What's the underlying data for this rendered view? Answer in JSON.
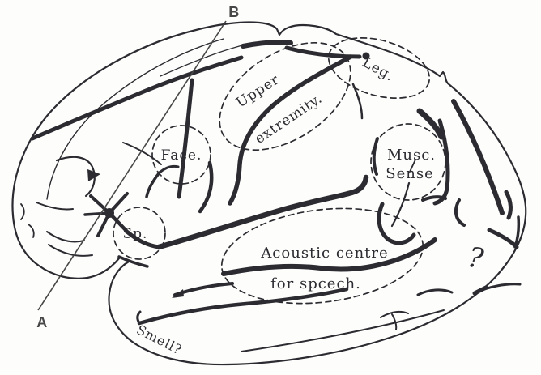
{
  "figure": {
    "background_color": "#fdfdfb",
    "ink_color": "#2b2b31",
    "marker_color": "#474747"
  },
  "markers": {
    "line_top": "B",
    "line_bottom": "A"
  },
  "regions": {
    "face": {
      "label": "Face."
    },
    "upper_extremity": {
      "line1": "Upper",
      "line2": "extremity."
    },
    "leg": {
      "label": "Leg."
    },
    "muscular_sense": {
      "line1": "Musc.",
      "line2": "Sense"
    },
    "speech_motor": {
      "label": "Sp."
    },
    "acoustic": {
      "line1": "Acoustic centre",
      "line2": "for spcech."
    },
    "smell": {
      "label": "Smell?"
    }
  },
  "annotations": {
    "uncertain_area": "?"
  }
}
